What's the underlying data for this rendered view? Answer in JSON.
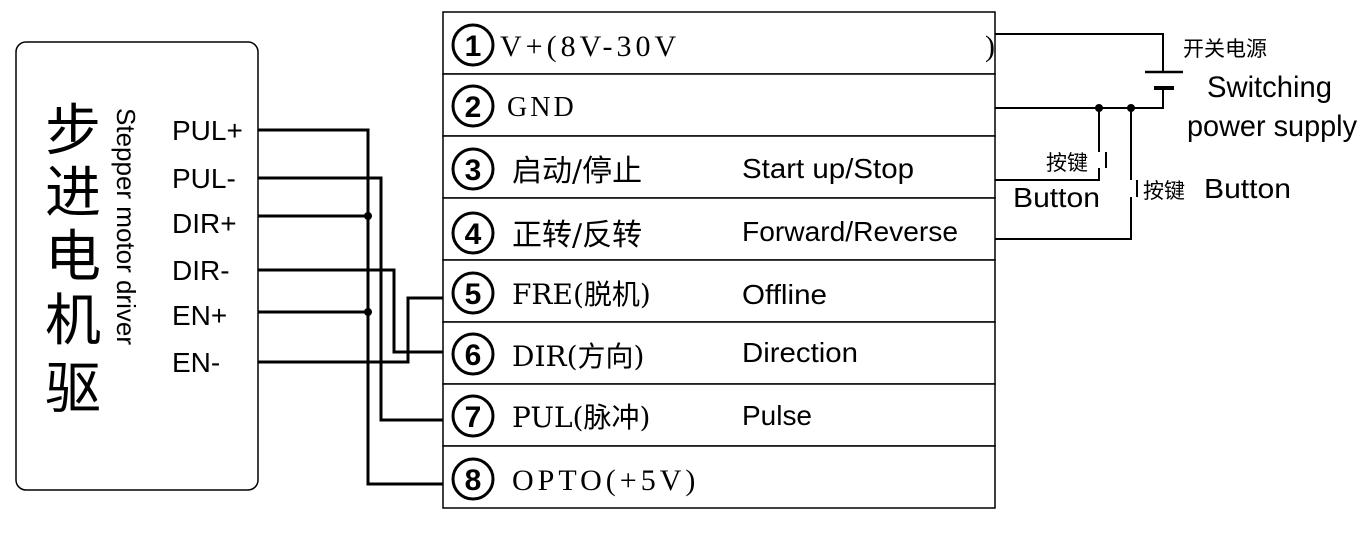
{
  "driver": {
    "title_cn": "步进电机驱",
    "title_en": "Stepper motor driver",
    "pins": [
      "PUL+",
      "PUL-",
      "DIR+",
      "DIR-",
      "EN+",
      "EN-"
    ]
  },
  "terminals": [
    {
      "num": "1",
      "label": "V+(8V-30V",
      "close": ")",
      "en": ""
    },
    {
      "num": "2",
      "label": "GND",
      "close": "",
      "en": ""
    },
    {
      "num": "3",
      "label": "启动/停止",
      "close": "",
      "en": "Start up/Stop"
    },
    {
      "num": "4",
      "label": "正转/反转",
      "close": "",
      "en": "Forward/Reverse"
    },
    {
      "num": "5",
      "label": "FRE(脱机)",
      "close": "",
      "en": "Offline"
    },
    {
      "num": "6",
      "label": "DIR(方向)",
      "close": "",
      "en": "Direction"
    },
    {
      "num": "7",
      "label": "PUL(脉冲)",
      "close": "",
      "en": "Pulse"
    },
    {
      "num": "8",
      "label": "OPTO(+5V)",
      "close": "",
      "en": ""
    }
  ],
  "power": {
    "cn": "开关电源",
    "en_line1": "Switching",
    "en_line2": "power supply"
  },
  "button1": {
    "cn": "按键",
    "en": "Button"
  },
  "button2": {
    "cn": "按键",
    "en": "Button"
  }
}
